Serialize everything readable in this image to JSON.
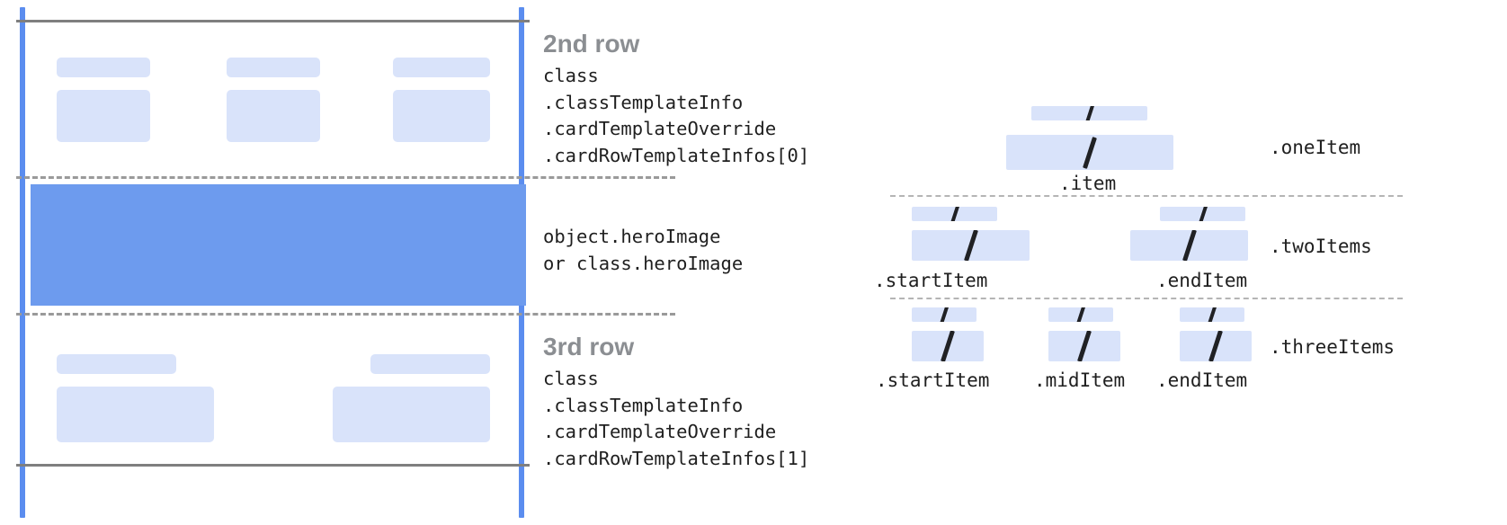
{
  "colors": {
    "block_fill": "#d9e3fa",
    "hero_fill": "#6d9bee",
    "rail": "#5b8def",
    "solid_rule": "#7f7f7f",
    "dashed_rule": "#9a9a9a",
    "heading_text": "#8b8e92",
    "mono_text": "#1f1f1f"
  },
  "card": {
    "rows": [
      {
        "id": "second-row",
        "title": "2nd row",
        "code_lines": [
          "class",
          ".classTemplateInfo",
          ".cardTemplateOverride",
          ".cardRowTemplateInfos[0]"
        ]
      },
      {
        "id": "hero-row",
        "title": "",
        "code_lines": [
          "object.heroImage",
          "or class.heroImage"
        ]
      },
      {
        "id": "third-row",
        "title": "3rd row",
        "code_lines": [
          "class",
          ".classTemplateInfo",
          ".cardTemplateOverride",
          ".cardRowTemplateInfos[1]"
        ]
      }
    ]
  },
  "templates": {
    "rows": [
      {
        "id": "one-item",
        "row_label": ".oneItem",
        "items": [
          {
            "label": ".item"
          }
        ]
      },
      {
        "id": "two-items",
        "row_label": ".twoItems",
        "items": [
          {
            "label": ".startItem"
          },
          {
            "label": ".endItem"
          }
        ]
      },
      {
        "id": "three-items",
        "row_label": ".threeItems",
        "items": [
          {
            "label": ".startItem"
          },
          {
            "label": ".midItem"
          },
          {
            "label": ".endItem"
          }
        ]
      }
    ]
  }
}
